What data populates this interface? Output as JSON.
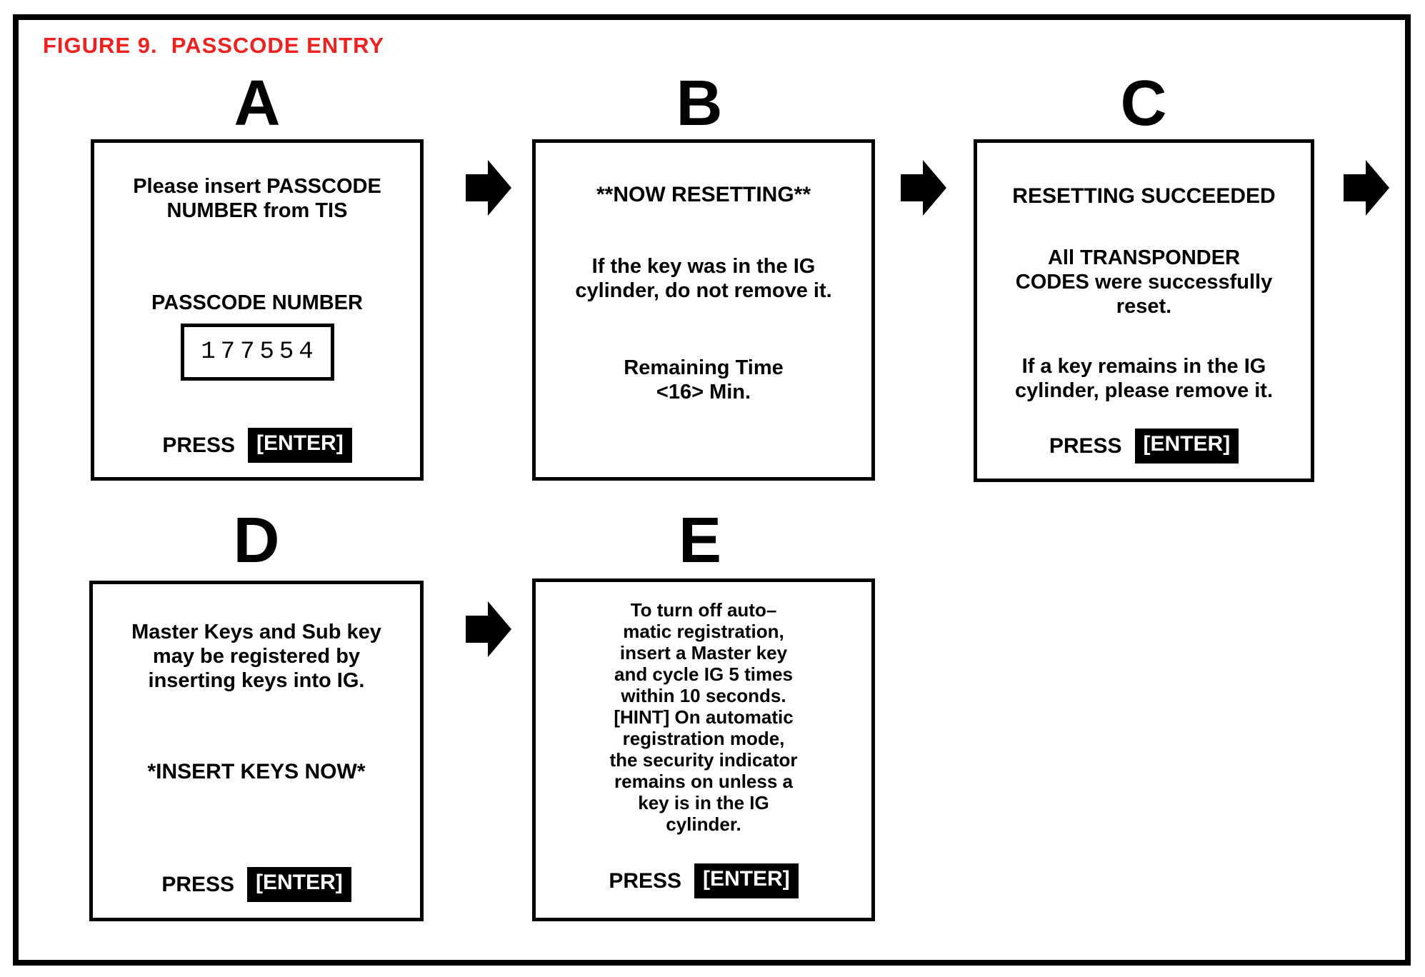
{
  "colors": {
    "figure_title": "#f0201f",
    "text": "#000000",
    "enter_key_bg": "#000000",
    "enter_key_text": "#ffffff"
  },
  "icons": {
    "flow_arrow": "arrow-right"
  },
  "figure": {
    "title": "FIGURE 9.  PASSCODE ENTRY"
  },
  "screens": {
    "a": {
      "letter": "A",
      "lines": [
        "Please insert PASSCODE",
        "NUMBER from TIS"
      ],
      "passcode_label": "PASSCODE NUMBER",
      "passcode_value": "177554",
      "press_label": "PRESS",
      "enter_key": "[ENTER]"
    },
    "b": {
      "letter": "B",
      "heading": "**NOW RESETTING**",
      "lines": [
        "If the key was in the IG",
        "cylinder, do not remove it."
      ],
      "timer": [
        "Remaining Time",
        "<16> Min."
      ]
    },
    "c": {
      "letter": "C",
      "heading": "RESETTING SUCCEEDED",
      "lines": [
        "All TRANSPONDER",
        "CODES were successfully",
        "reset."
      ],
      "lines2": [
        "If a key remains in the IG",
        "cylinder, please remove it."
      ],
      "press_label": "PRESS",
      "enter_key": "[ENTER]"
    },
    "d": {
      "letter": "D",
      "lines": [
        "Master Keys and Sub key",
        "may be registered by",
        "inserting keys into IG."
      ],
      "prompt": "*INSERT KEYS NOW*",
      "press_label": "PRESS",
      "enter_key": "[ENTER]"
    },
    "e": {
      "letter": "E",
      "lines": [
        "To turn off auto–",
        "matic registration,",
        "insert a Master key",
        "and cycle IG 5 times",
        "within 10 seconds.",
        "[HINT] On automatic",
        "registration mode,",
        "the security indicator",
        "remains on unless a",
        "key is in the IG",
        "cylinder."
      ],
      "press_label": "PRESS",
      "enter_key": "[ENTER]"
    }
  }
}
